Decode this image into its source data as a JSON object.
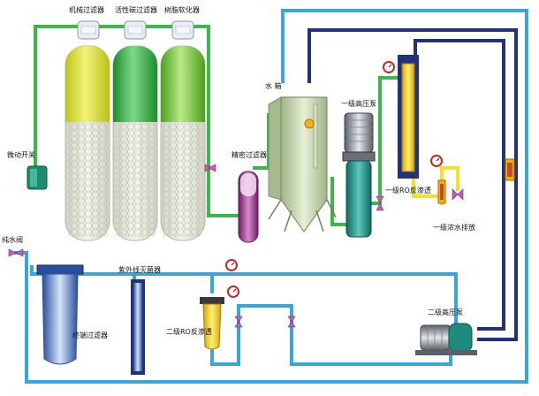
{
  "labels": {
    "mechanical_filter": "机械过滤器",
    "carbon_filter": "活性碳过滤器",
    "softener": "树脂软化器",
    "micro_switch": "微动开关",
    "precision_filter": "精密过滤器",
    "water_tank": "水 箱",
    "pump1": "一级高压泵",
    "ro1": "一级RO反渗透",
    "concentrate": "一级浓水排放",
    "pure_valve": "纯水阀",
    "terminal_filter": "终端过滤器",
    "uv": "紫外线灭菌器",
    "ro2": "二级RO反渗透",
    "pump2": "二级高压泵"
  },
  "colors": {
    "green_pipe": "#3cb84a",
    "blue_pipe": "#3aa6d8",
    "navy_pipe": "#23307a",
    "yellow_pipe": "#f0e12a",
    "mech_media": "#d8dc20",
    "carbon_media": "#2fae3e",
    "resin_media": "#6fc236",
    "precision_filter": "#9a2f8a",
    "tank": "#c8d8a8",
    "pump_body": "#1f8a7e",
    "gauge": "#c62828"
  }
}
